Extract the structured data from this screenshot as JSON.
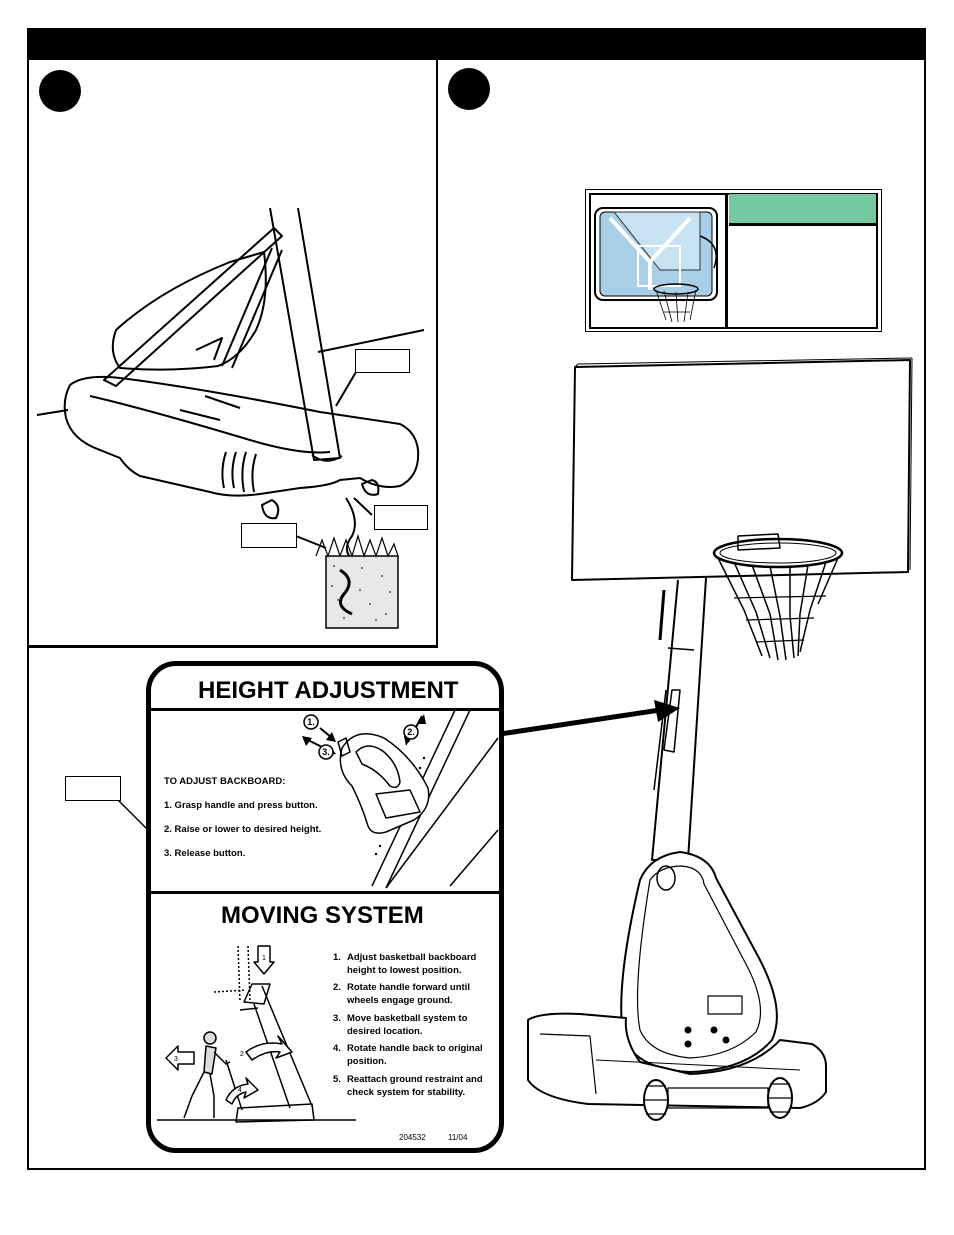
{
  "label": {
    "height_title": "HEIGHT ADJUSTMENT",
    "moving_title": "MOVING SYSTEM",
    "adjust_heading": "TO ADJUST BACKBOARD:",
    "adjust_steps": [
      "1. Grasp handle and press button.",
      "2. Raise or lower to desired height.",
      "3. Release button."
    ],
    "moving_steps": [
      {
        "num": "1.",
        "text": "Adjust basketball backboard height to lowest position."
      },
      {
        "num": "2.",
        "text": "Rotate handle forward until wheels engage ground."
      },
      {
        "num": "3.",
        "text": "Move basketball system to desired location."
      },
      {
        "num": "4.",
        "text": "Rotate handle back to original position."
      },
      {
        "num": "5.",
        "text": "Reattach ground restraint and check system for stability."
      }
    ],
    "callouts": [
      "1.",
      "2.",
      "3."
    ],
    "moving_arrow_nums": [
      "1",
      "2",
      "3",
      "4"
    ],
    "part_number": "204532",
    "date_code": "11/04"
  },
  "colors": {
    "accent_green": "#74c9a0",
    "glass_blue": "#a9cfe8"
  }
}
